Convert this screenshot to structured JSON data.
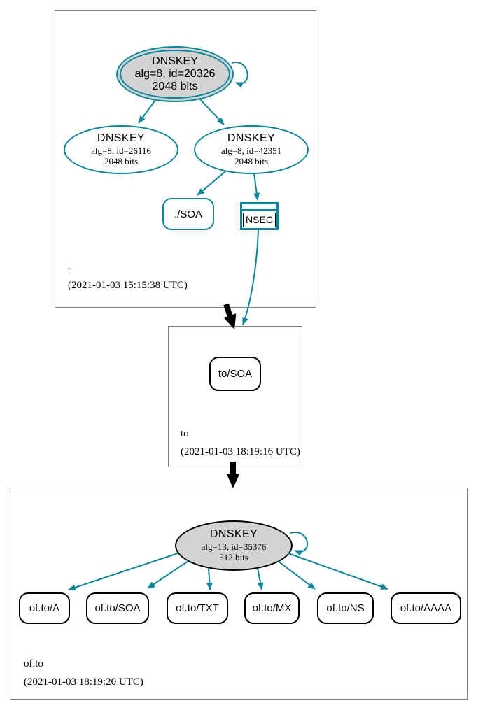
{
  "colors": {
    "secure_teal": "#0a879a",
    "insecure_black": "#000000",
    "ksk_fill": "#d3d3d3",
    "cluster_border": "#7e7e7e"
  },
  "clusters": [
    {
      "name": ".",
      "timestamp": "(2021-01-03 15:15:38 UTC)",
      "nodes": {
        "ksk": {
          "title": "DNSKEY",
          "detail": "alg=8, id=20326",
          "bits": "2048 bits"
        },
        "zsk1": {
          "title": "DNSKEY",
          "detail": "alg=8, id=26116",
          "bits": "2048 bits"
        },
        "zsk2": {
          "title": "DNSKEY",
          "detail": "alg=8, id=42351",
          "bits": "2048 bits"
        },
        "soa": {
          "label": "./SOA"
        },
        "nsec": {
          "label": "NSEC"
        }
      }
    },
    {
      "name": "to",
      "timestamp": "(2021-01-03 18:19:16 UTC)",
      "nodes": {
        "soa": {
          "label": "to/SOA"
        }
      }
    },
    {
      "name": "of.to",
      "timestamp": "(2021-01-03 18:19:20 UTC)",
      "nodes": {
        "dnskey": {
          "title": "DNSKEY",
          "detail": "alg=13, id=35376",
          "bits": "512 bits"
        },
        "records": [
          {
            "label": "of.to/A"
          },
          {
            "label": "of.to/SOA"
          },
          {
            "label": "of.to/TXT"
          },
          {
            "label": "of.to/MX"
          },
          {
            "label": "of.to/NS"
          },
          {
            "label": "of.to/AAAA"
          }
        ]
      }
    }
  ]
}
